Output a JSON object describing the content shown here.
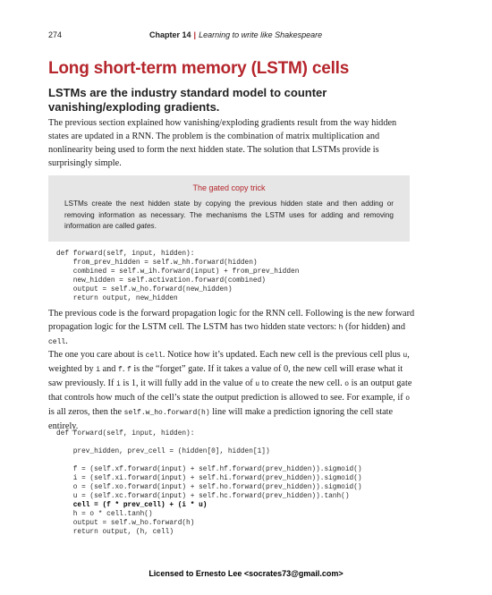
{
  "header": {
    "page_number": "274",
    "chapter_label": "Chapter 14",
    "separator": "|",
    "chapter_title": "Learning to write like Shakespeare"
  },
  "title": "Long short-term memory (LSTM) cells",
  "subtitle": "LSTMs are the industry standard model to counter vanishing/exploding gradients.",
  "paragraph1": "The previous section explained how vanishing/exploding gradients result from the way hidden states are updated in a RNN. The problem is the combination of matrix multiplication and nonlinearity being used to form the next hidden state. The solution that LSTMs provide is surprisingly simple.",
  "sidebar": {
    "title": "The gated copy trick",
    "body_before": "LSTMs create the next hidden state by copying the previous hidden state and then adding or removing information as necessary. The mechanisms the LSTM uses for adding and removing information are called ",
    "body_em": "gates",
    "body_after": "."
  },
  "code_block_1": [
    "def forward(self, input, hidden):",
    "    from_prev_hidden = self.w_hh.forward(hidden)",
    "    combined = self.w_ih.forward(input) + from_prev_hidden",
    "    new_hidden = self.activation.forward(combined)",
    "    output = self.w_ho.forward(new_hidden)",
    "    return output, new_hidden"
  ],
  "paragraph2": {
    "text": "The previous code is the forward propagation logic for the RNN cell. Following is the new forward propagation logic for the LSTM cell. The LSTM has two hidden state vectors: ",
    "code_h": "h",
    "mid": " (for hidden) and ",
    "code_cell": "cell",
    "end": "."
  },
  "paragraph3": {
    "t1": "The one you care about is ",
    "c1": "cell",
    "t2": ". Notice how it’s updated. Each new cell is the previous cell plus ",
    "c2": "u",
    "t3": ", weighted by ",
    "c3": "i",
    "t4": " and ",
    "c4": "f",
    "t5": ". ",
    "c5": "f",
    "t6": " is the “forget” gate. If it takes a value of 0, the new cell will erase what it saw previously. If ",
    "c6": "i",
    "t7": " is 1, it will fully add in the value of ",
    "c7": "u",
    "t8": " to create the new cell. ",
    "c8": "o",
    "t9": " is an output gate that controls how much of the cell’s state the output prediction is allowed to see. For example, if ",
    "c9": "o",
    "t10": " is all zeros, then the ",
    "c10": "self.w_ho.forward(h)",
    "t11": " line will make a prediction ignoring the cell state entirely."
  },
  "code_block_2": [
    "def forward(self, input, hidden):",
    "",
    "    prev_hidden, prev_cell = (hidden[0], hidden[1])",
    "",
    "    f = (self.xf.forward(input) + self.hf.forward(prev_hidden)).sigmoid()",
    "    i = (self.xi.forward(input) + self.hi.forward(prev_hidden)).sigmoid()",
    "    o = (self.xo.forward(input) + self.ho.forward(prev_hidden)).sigmoid()",
    "    u = (self.xc.forward(input) + self.hc.forward(prev_hidden)).tanh()",
    "    cell = (f * prev_cell) + (i * u)",
    "    h = o * cell.tanh()",
    "    output = self.w_ho.forward(h)",
    "    return output, (h, cell)"
  ],
  "code_block_2_bold_line": 8,
  "footer": "Licensed to Ernesto Lee <socrates73@gmail.com>",
  "colors": {
    "accent": "#b5262c",
    "sidebar_bg": "#e6e6e6"
  }
}
